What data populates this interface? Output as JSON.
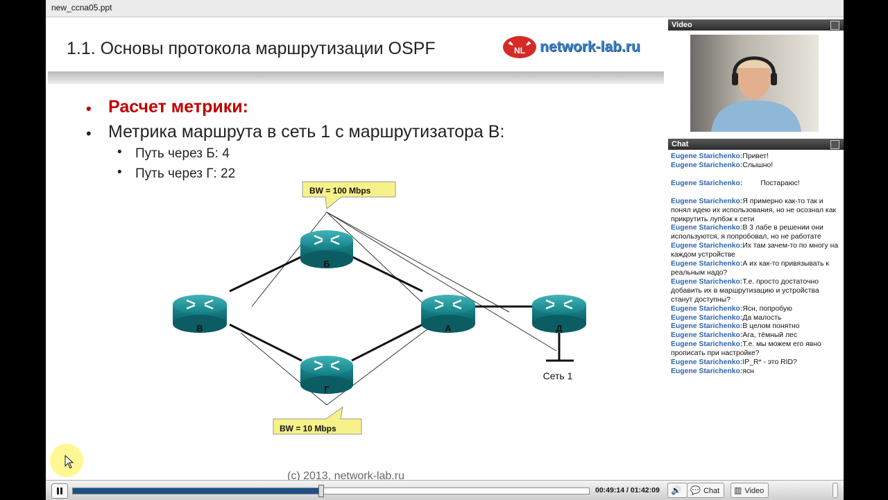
{
  "window": {
    "title": "new_ccna05.ppt"
  },
  "slide": {
    "title": "1.1. Основы протокола маршрутизации OSPF",
    "logo_badge": "NL",
    "logo_text": "network-lab.ru",
    "bullet1": "Расчет метрики:",
    "bullet2": "Метрика маршрута в сеть 1 с маршрутизатора В:",
    "sub1": "Путь через Б: 4",
    "sub2": "Путь через Г: 22",
    "footer": "(c) 2013, network-lab.ru",
    "diagram": {
      "callout_top": "BW = 100 Mbps",
      "callout_bottom": "BW = 10 Mbps",
      "router_b": "Б",
      "router_v": "В",
      "router_a": "А",
      "router_d": "Д",
      "router_g": "Г",
      "network_label": "Сеть 1"
    }
  },
  "panels": {
    "video_title": "Video",
    "chat_title": "Chat"
  },
  "chat": {
    "author": "Eugene Starichenko:",
    "messages": [
      "Привет!",
      "Слышно!",
      "         Постараюс!",
      "Я примерно как-то так и понял идею их использования, но не осознал как прикрутить лупбэк к сети",
      "В 3 лабе в решении они используются, я попробовал, но не работате",
      "Их там зачем-то по многу на каждом устройстве",
      "А их как-то привязывать к реальным надо?",
      "Т.е. просто достаточно добавить их в маршрутизацию и устройства станут доступны?",
      "Ясн, попробую",
      "Да малость",
      "В целом понятно",
      "Ага, тёмный лес",
      "Т.е. мы можем его явно прописать при настройке?",
      "IP_R* - это RID?",
      "ясн"
    ]
  },
  "controls": {
    "time": "00:49:14 / 01:42:09",
    "progress": 0.48,
    "chat_button": "Chat",
    "video_button": "Video"
  },
  "colors": {
    "accent_blue": "#2e64b0",
    "title_red": "#c00000",
    "router_teal": "#1f8f96",
    "progress_fill": "#1f4f86"
  }
}
